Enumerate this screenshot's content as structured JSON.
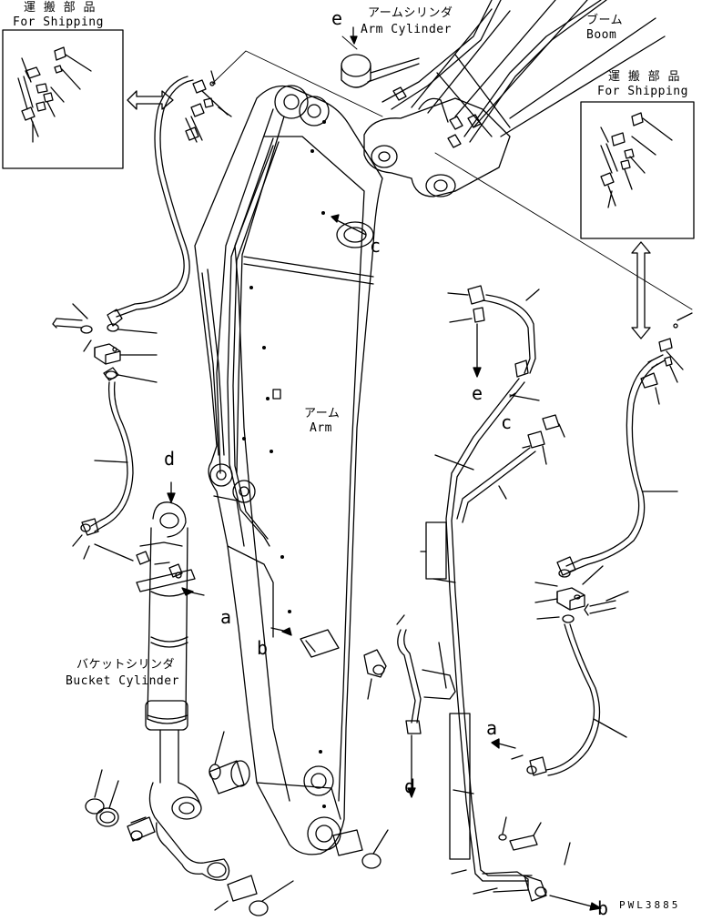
{
  "labels": {
    "shipping_left_jp": "運 搬 部 品",
    "shipping_left_en": "For Shipping",
    "shipping_right_jp": "運 搬 部 品",
    "shipping_right_en": "For Shipping",
    "arm_cylinder_jp": "アームシリンダ",
    "arm_cylinder_en": "Arm Cylinder",
    "boom_jp": "ブーム",
    "boom_en": "Boom",
    "arm_jp": "アーム",
    "arm_en": "Arm",
    "bucket_cylinder_jp": "バケットシリンダ",
    "bucket_cylinder_en": "Bucket Cylinder",
    "drawing_code": "PWL3885"
  },
  "callouts": {
    "a1": "a",
    "a2": "a",
    "b1": "b",
    "b2": "b",
    "c1": "c",
    "c2": "c",
    "d1": "d",
    "d2": "d",
    "e1": "e",
    "e2": "e"
  }
}
